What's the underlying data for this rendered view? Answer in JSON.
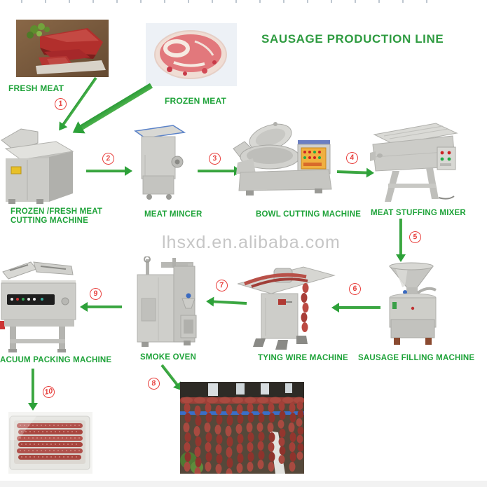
{
  "title": "SAUSAGE PRODUCTION LINE",
  "watermark": "lhsxd.en.alibaba.com",
  "sources": {
    "fresh_meat": "FRESH MEAT",
    "frozen_meat": "FROZEN MEAT"
  },
  "steps": {
    "s1": "1",
    "s2": "2",
    "s3": "3",
    "s4": "4",
    "s5": "5",
    "s6": "6",
    "s7": "7",
    "s8": "8",
    "s9": "9",
    "s10": "10"
  },
  "machines": {
    "cutting_line1": "FROZEN /FRESH MEAT",
    "cutting_line2": "CUTTING MACHINE",
    "mincer": "MEAT MINCER",
    "bowl_cutter": "BOWL CUTTING MACHINE",
    "mixer": "MEAT STUFFING MIXER",
    "filler": "SAUSAGE FILLING MACHINE",
    "tying": "TYING WIRE MACHINE",
    "smoke_oven": "SMOKE OVEN",
    "vacuum_packing": "ACUUM PACKING MACHINE"
  },
  "colors": {
    "label_green": "#1fa33a",
    "title_green": "#2e9b40",
    "arrow_green": "#2da139",
    "step_red": "#e8403d",
    "watermark_gray": "#c6c6c6"
  }
}
